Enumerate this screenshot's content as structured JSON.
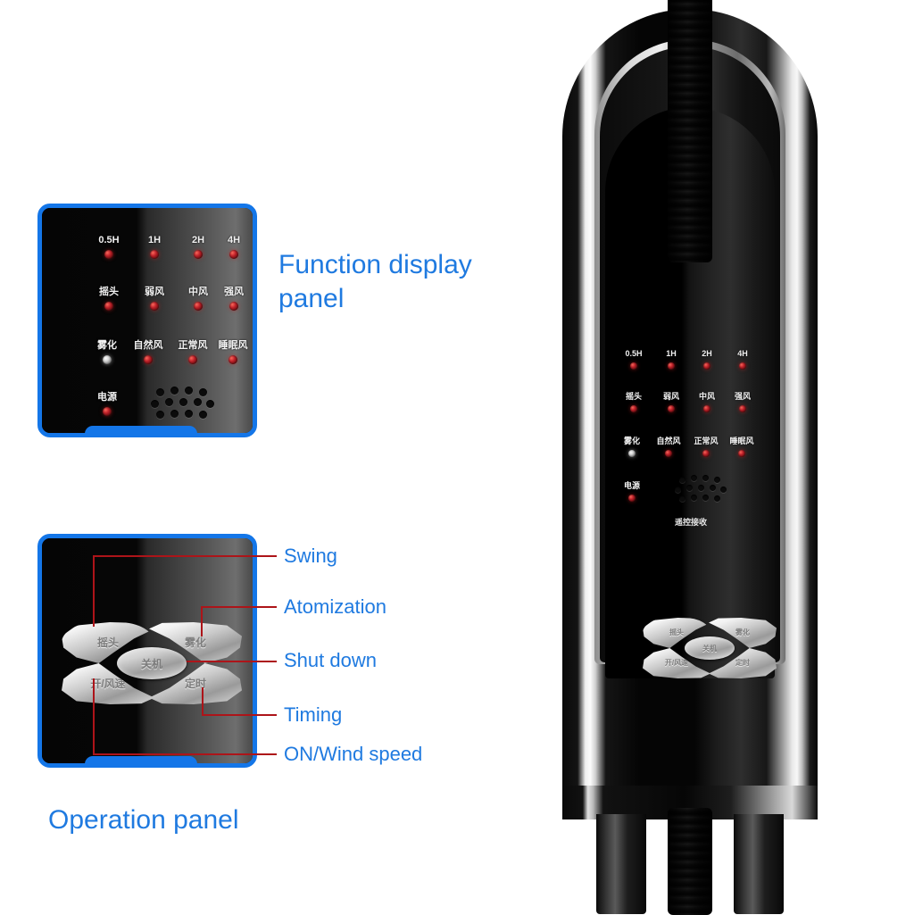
{
  "headings": {
    "function_display_panel": "Function display panel",
    "operation_panel": "Operation panel"
  },
  "display_panel": {
    "rows": [
      [
        {
          "label": "0.5H",
          "led": "red"
        },
        {
          "label": "1H",
          "led": "red"
        },
        {
          "label": "2H",
          "led": "red"
        },
        {
          "label": "4H",
          "led": "red"
        }
      ],
      [
        {
          "label": "摇头",
          "led": "red"
        },
        {
          "label": "弱风",
          "led": "red"
        },
        {
          "label": "中风",
          "led": "red"
        },
        {
          "label": "强风",
          "led": "red"
        }
      ],
      [
        {
          "label": "雾化",
          "led": "white"
        },
        {
          "label": "自然风",
          "led": "red"
        },
        {
          "label": "正常风",
          "led": "red"
        },
        {
          "label": "睡眠风",
          "led": "red"
        }
      ],
      [
        {
          "label": "电源",
          "led": "red"
        }
      ]
    ],
    "ir_receiver_caption": "遥控接收"
  },
  "operation_panel": {
    "buttons": {
      "top_left": "摇头",
      "top_right": "雾化",
      "center": "关机",
      "bottom_left": "开/风速",
      "bottom_right": "定时"
    },
    "callouts": [
      {
        "text": "Swing",
        "for": "top_left"
      },
      {
        "text": "Atomization",
        "for": "top_right"
      },
      {
        "text": "Shut down",
        "for": "center"
      },
      {
        "text": "Timing",
        "for": "bottom_right"
      },
      {
        "text": "ON/Wind speed",
        "for": "bottom_left"
      }
    ]
  },
  "colors": {
    "accent_blue": "#1476e8",
    "text_blue": "#1f7ae0",
    "leader_red": "#ad1419",
    "led_red": "#c0222a",
    "led_white": "#d8d8d8",
    "background": "#ffffff"
  }
}
